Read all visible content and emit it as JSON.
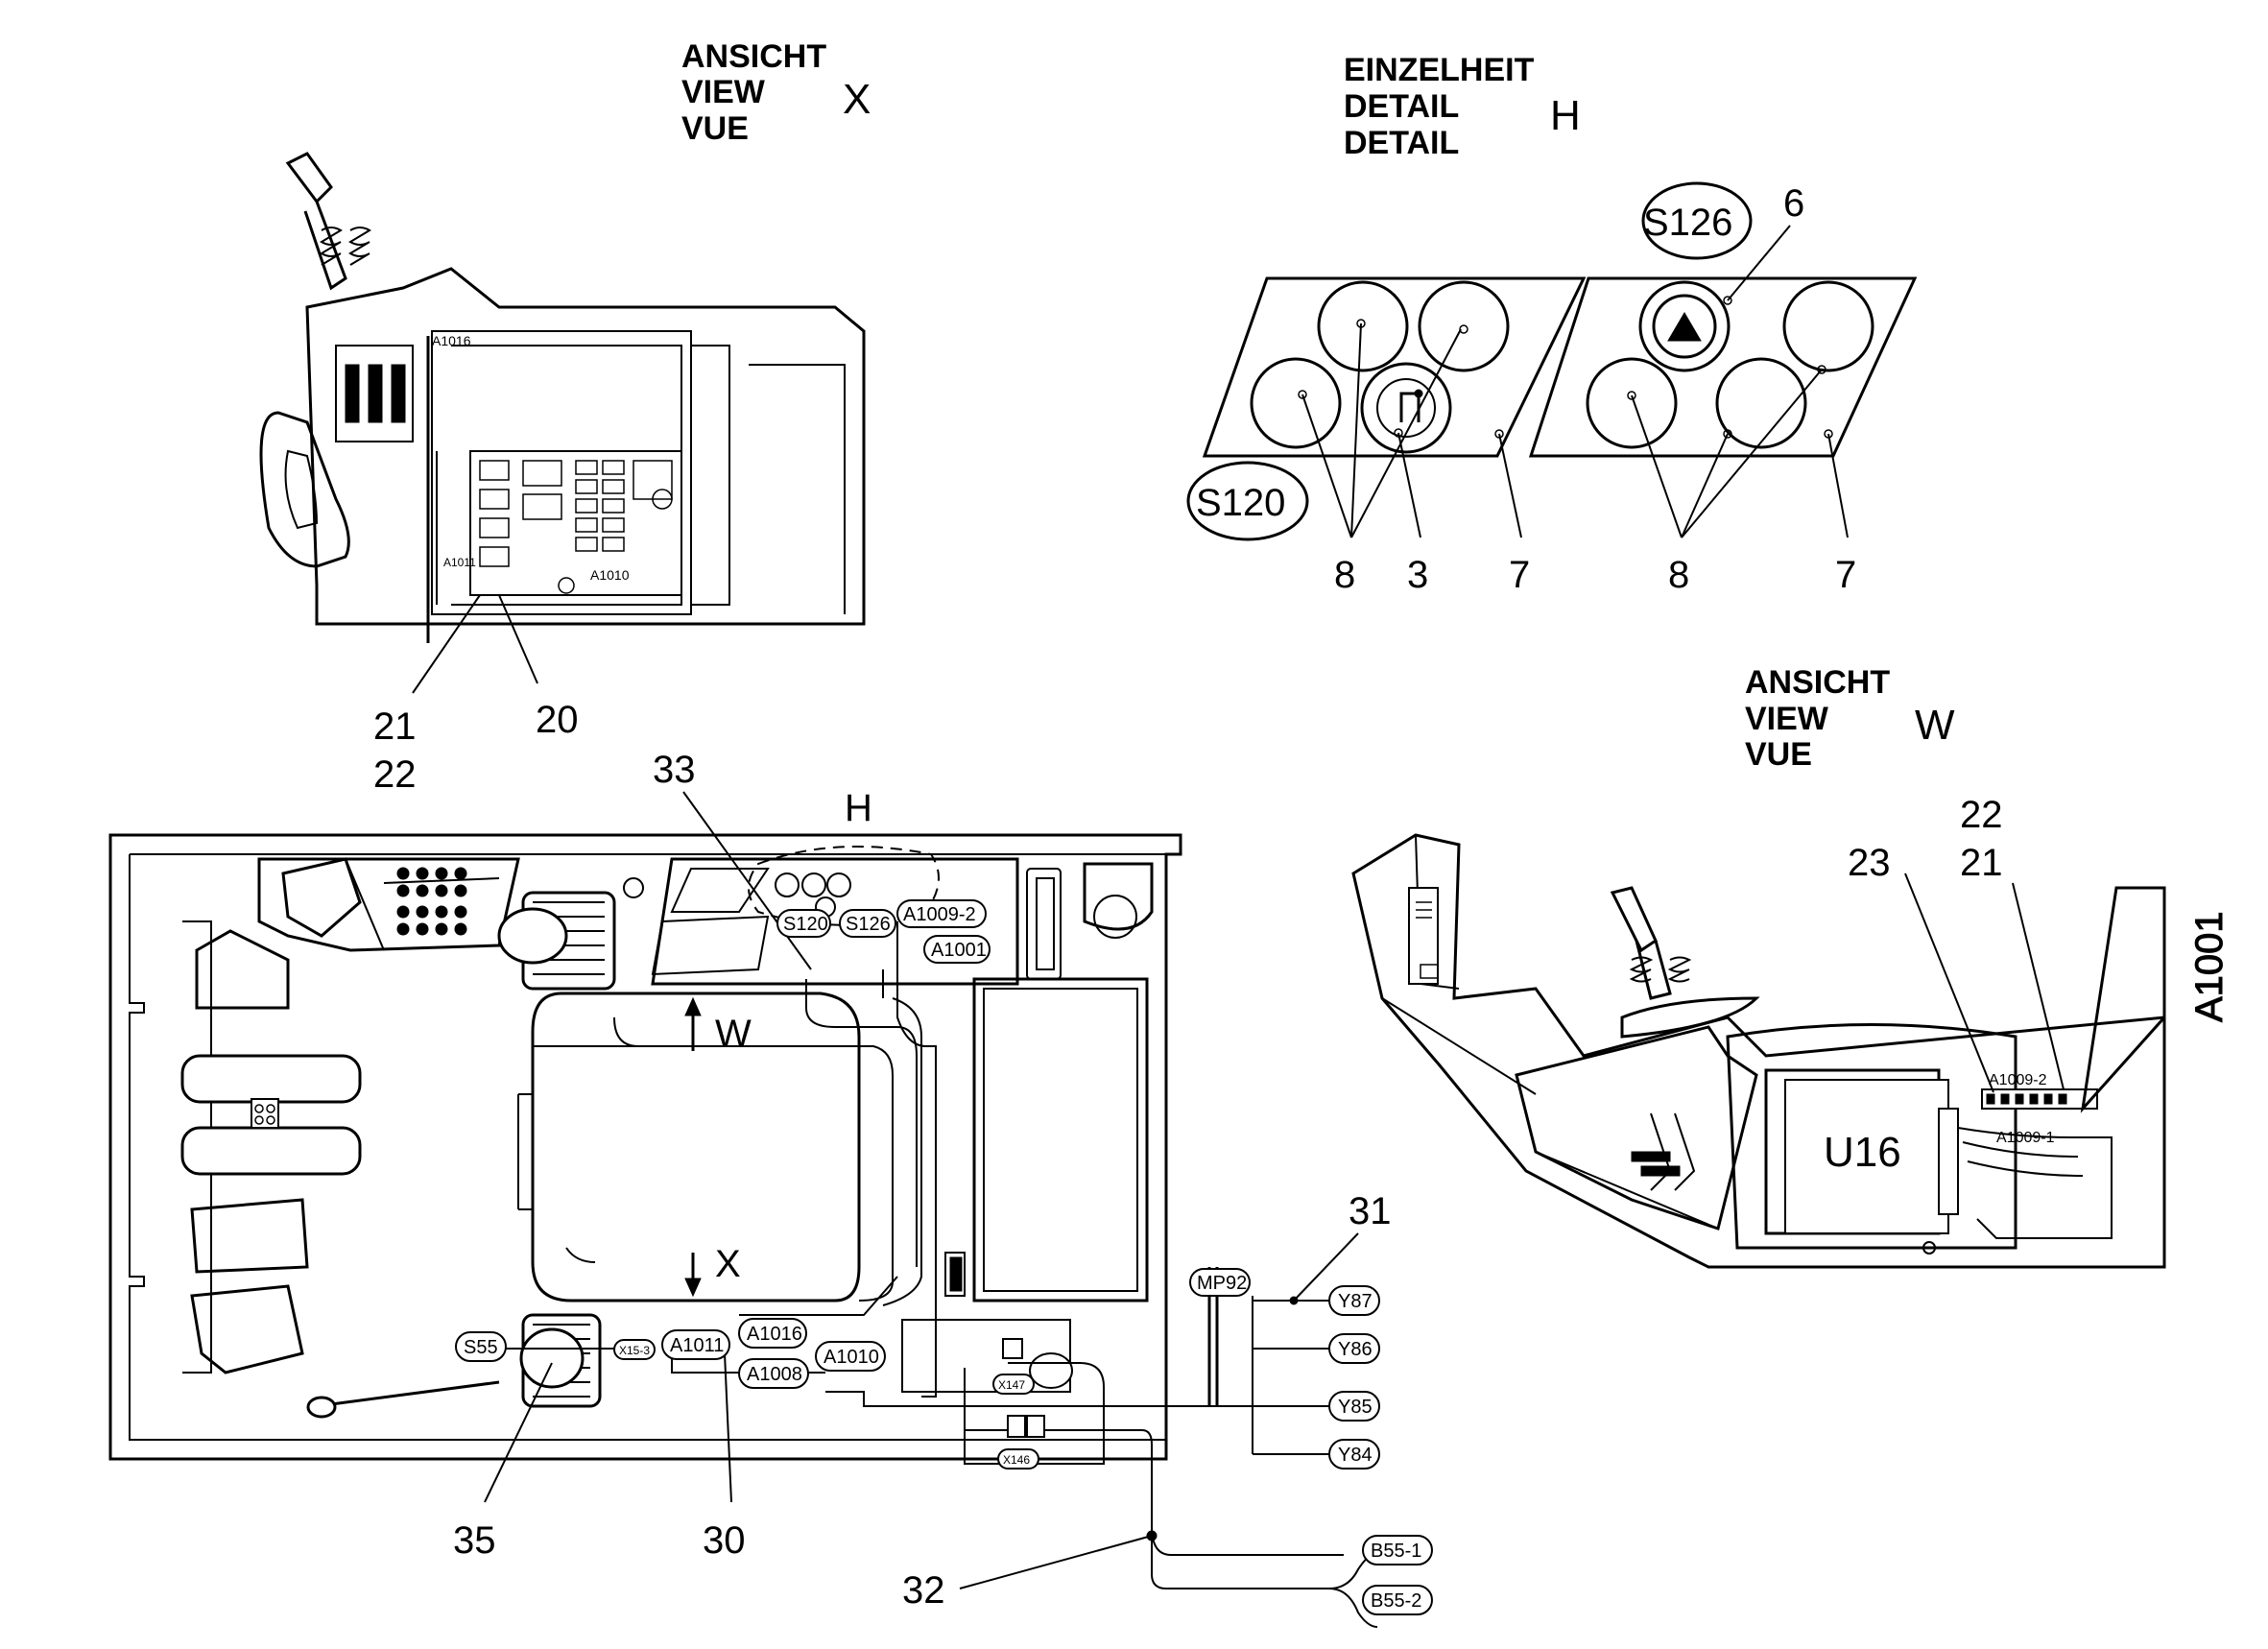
{
  "views": {
    "view_x": {
      "line1": "ANSICHT",
      "line2": "VIEW",
      "line3": "VUE",
      "letter": "X"
    },
    "detail_h": {
      "line1": "EINZELHEIT",
      "line2": "DETAIL",
      "line3": "DETAIL",
      "letter": "H"
    },
    "view_w": {
      "line1": "ANSICHT",
      "line2": "VIEW",
      "line3": "VUE",
      "letter": "W"
    }
  },
  "callouts": {
    "c21a": "21",
    "c22a": "22",
    "c20": "20",
    "c6": "6",
    "c8a": "8",
    "c3": "3",
    "c7a": "7",
    "c8b": "8",
    "c7b": "7",
    "c23": "23",
    "c22b": "22",
    "c21b": "21",
    "c33": "33",
    "cH": "H",
    "c31": "31",
    "c35": "35",
    "c30": "30",
    "c32": "32"
  },
  "labels": {
    "s120": "S120",
    "s126": "S126",
    "s120_small": "S120",
    "s126_small": "S126",
    "a1009_2": "A1009-2",
    "a1001": "A1001",
    "a1016_x": "A1016",
    "a1011_x": "A1011",
    "a1010_x": "A1010",
    "s55": "S55",
    "x15_3": "X15-3",
    "a1011": "A1011",
    "a1016": "A1016",
    "a1010": "A1010",
    "a1008": "A1008",
    "x147": "X147",
    "x146": "X146",
    "mp92": "MP92",
    "y87": "Y87",
    "y86": "Y86",
    "y85": "Y85",
    "y84": "Y84",
    "b55_1": "B55-1",
    "b55_2": "B55-2",
    "u16": "U16",
    "a1009_2w": "A1009-2",
    "a1009_1w": "A1009-1",
    "a1001_w": "A1001",
    "arrow_w": "W",
    "arrow_x": "X"
  }
}
